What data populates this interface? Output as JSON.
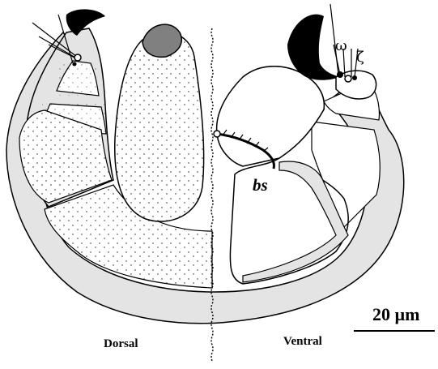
{
  "labels": {
    "dorsal": "Dorsal",
    "ventral": "Ventral",
    "bs": "bs",
    "scale": "20 µm",
    "omega": "ω",
    "zeta": "ζ"
  },
  "colors": {
    "outline": "#000000",
    "cuticle": "#e4e4e4",
    "muscle_fill": "#ffffff",
    "stipple": "#1a1a1a",
    "sclerite": "#808080",
    "claw": "#000000"
  }
}
